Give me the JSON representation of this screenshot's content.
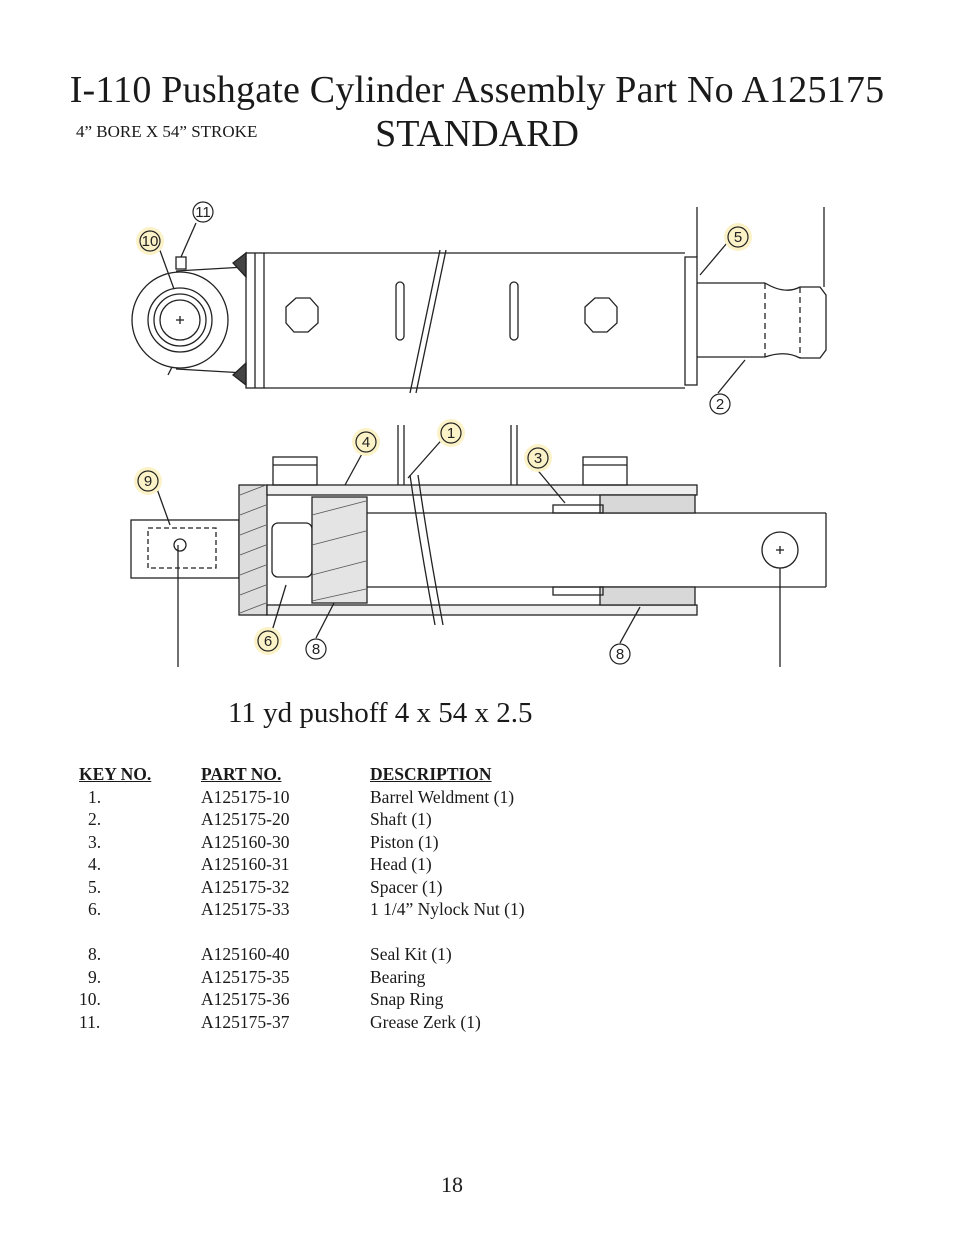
{
  "header": {
    "title": "I-110 Pushgate Cylinder Assembly Part No A125175",
    "subtitle": "STANDARD",
    "bore_stroke": "4” BORE X 54” STROKE"
  },
  "drawing": {
    "callouts": [
      "11",
      "10",
      "5",
      "2",
      "1",
      "4",
      "3",
      "9",
      "6",
      "8",
      "8"
    ]
  },
  "caption": "11 yd pushoff 4 x 54 x 2.5",
  "parts_table": {
    "headers": {
      "key": "KEY NO.",
      "part": "PART NO.",
      "desc": "DESCRIPTION"
    },
    "rows": [
      {
        "key": "1.",
        "part": "A125175-10",
        "desc": "Barrel Weldment (1)"
      },
      {
        "key": "2.",
        "part": "A125175-20",
        "desc": "Shaft (1)"
      },
      {
        "key": "3.",
        "part": "A125160-30",
        "desc": "Piston (1)"
      },
      {
        "key": "4.",
        "part": "A125160-31",
        "desc": "Head (1)"
      },
      {
        "key": "5.",
        "part": "A125175-32",
        "desc": "Spacer (1)"
      },
      {
        "key": "6.",
        "part": "A125175-33",
        "desc": "1 1/4” Nylock Nut (1)"
      },
      {
        "key": "",
        "part": "",
        "desc": ""
      },
      {
        "key": "8.",
        "part": "A125160-40",
        "desc": "Seal Kit (1)"
      },
      {
        "key": "9.",
        "part": "A125175-35",
        "desc": "Bearing"
      },
      {
        "key": "10.",
        "part": "A125175-36",
        "desc": "Snap Ring"
      },
      {
        "key": "11.",
        "part": "A125175-37",
        "desc": "Grease Zerk (1)"
      }
    ]
  },
  "page_number": "18"
}
